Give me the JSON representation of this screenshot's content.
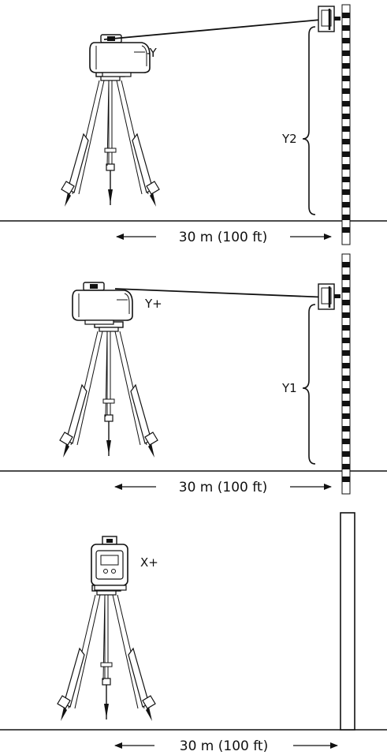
{
  "panels": [
    {
      "id": "panel-1",
      "axis_label": "-Y",
      "height_label": "Y2",
      "distance_label": "30 m (100 ft)"
    },
    {
      "id": "panel-2",
      "axis_label": "Y+",
      "height_label": "Y1",
      "distance_label": "30 m (100 ft)"
    },
    {
      "id": "panel-3",
      "axis_label": "X+",
      "distance_label": "30 m (100 ft)"
    }
  ]
}
